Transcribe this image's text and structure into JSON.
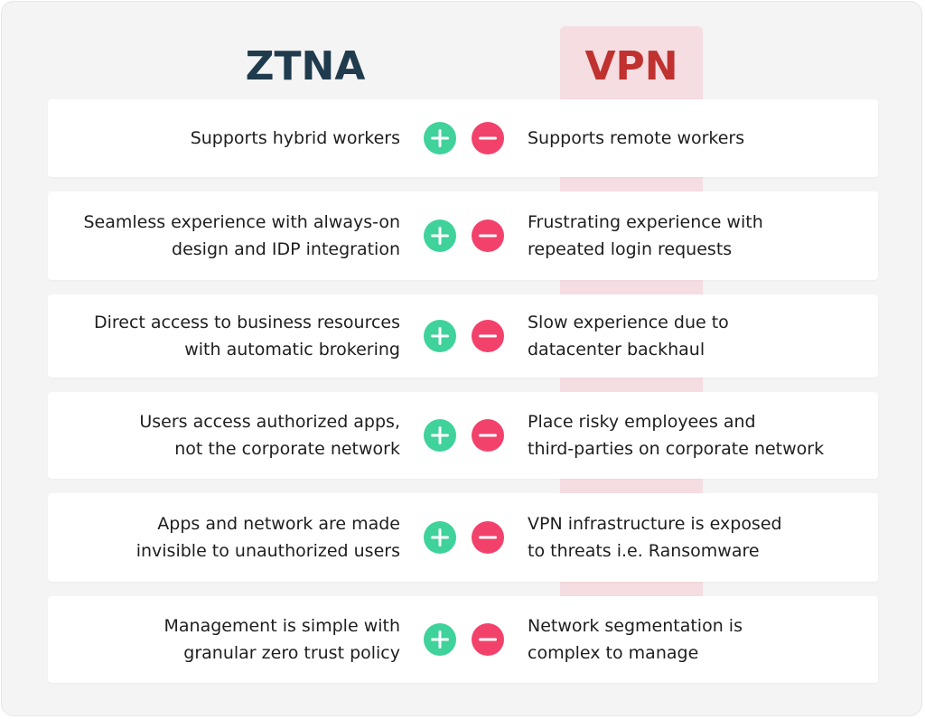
{
  "colors": {
    "ztna_title": "#1f3b4d",
    "vpn_title": "#c0322f",
    "vpn_band": "#f5dde2",
    "plus_icon": "#3fd29a",
    "minus_icon": "#f2426b",
    "row_background": "#ffffff",
    "page_background": "#f4f4f4"
  },
  "headers": {
    "ztna": "ZTNA",
    "vpn": "VPN"
  },
  "icons": {
    "plus": "plus-circle-icon",
    "minus": "minus-circle-icon"
  },
  "rows": [
    {
      "ztna": "Supports hybrid workers",
      "vpn": "Supports remote workers"
    },
    {
      "ztna": "Seamless experience with always-on\ndesign and IDP integration",
      "vpn": "Frustrating experience with\nrepeated login requests"
    },
    {
      "ztna": "Direct access to business resources\nwith automatic brokering",
      "vpn": "Slow experience due to\ndatacenter backhaul"
    },
    {
      "ztna": "Users access authorized apps,\nnot the corporate network",
      "vpn": "Place risky employees and\nthird-parties on corporate network"
    },
    {
      "ztna": "Apps and network are made\ninvisible to unauthorized users",
      "vpn": "VPN infrastructure is exposed\nto threats i.e. Ransomware"
    },
    {
      "ztna": "Management is simple with\ngranular zero trust policy",
      "vpn": "Network segmentation is\ncomplex to manage"
    }
  ]
}
